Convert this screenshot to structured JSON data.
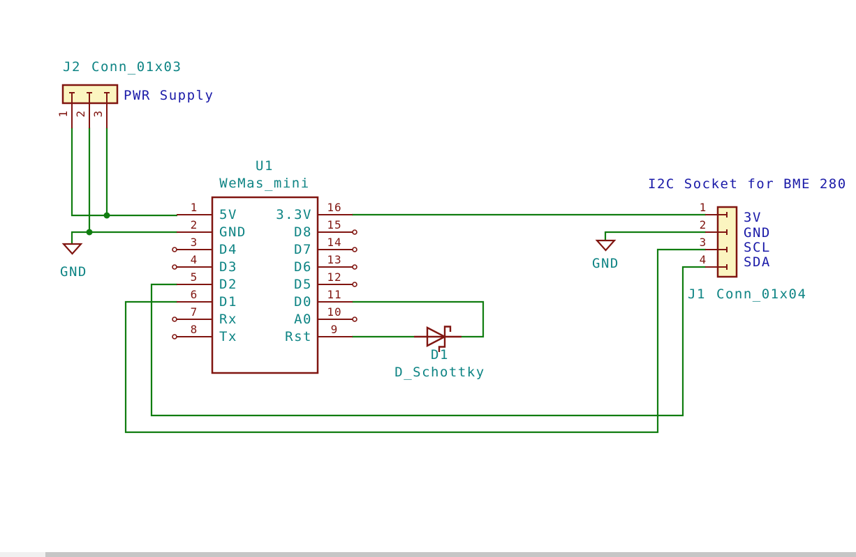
{
  "colors": {
    "wire_green": "#107d10",
    "symbol_red": "#801510",
    "text_teal": "#0e8484",
    "label_blue": "#1a1aa8",
    "connector_fill_yellow": "#fbf5c0",
    "background": "#ffffff",
    "scrollbar_track": "#f0f0f0",
    "scrollbar_thumb": "#c6c6c6"
  },
  "j2": {
    "ref": "J2",
    "value": "Conn_01x03",
    "note": "PWR Supply",
    "pin_numbers": [
      "1",
      "2",
      "3"
    ]
  },
  "u1": {
    "ref": "U1",
    "value": "WeMas_mini",
    "left_pins": [
      {
        "num": "1",
        "name": "5V"
      },
      {
        "num": "2",
        "name": "GND"
      },
      {
        "num": "3",
        "name": "D4"
      },
      {
        "num": "4",
        "name": "D3"
      },
      {
        "num": "5",
        "name": "D2"
      },
      {
        "num": "6",
        "name": "D1"
      },
      {
        "num": "7",
        "name": "Rx"
      },
      {
        "num": "8",
        "name": "Tx"
      }
    ],
    "right_pins": [
      {
        "num": "16",
        "name": "3.3V"
      },
      {
        "num": "15",
        "name": "D8"
      },
      {
        "num": "14",
        "name": "D7"
      },
      {
        "num": "13",
        "name": "D6"
      },
      {
        "num": "12",
        "name": "D5"
      },
      {
        "num": "11",
        "name": "D0"
      },
      {
        "num": "10",
        "name": "A0"
      },
      {
        "num": "9",
        "name": "Rst"
      }
    ]
  },
  "j1": {
    "ref": "J1",
    "value": "Conn_01x04",
    "note": "I2C Socket for BME 280",
    "pins": [
      {
        "num": "1",
        "label": "3V"
      },
      {
        "num": "2",
        "label": "GND"
      },
      {
        "num": "3",
        "label": "SCL"
      },
      {
        "num": "4",
        "label": "SDA"
      }
    ]
  },
  "d1": {
    "ref": "D1",
    "value": "D_Schottky"
  },
  "power": {
    "gnd_left": "GND",
    "gnd_right": "GND"
  }
}
